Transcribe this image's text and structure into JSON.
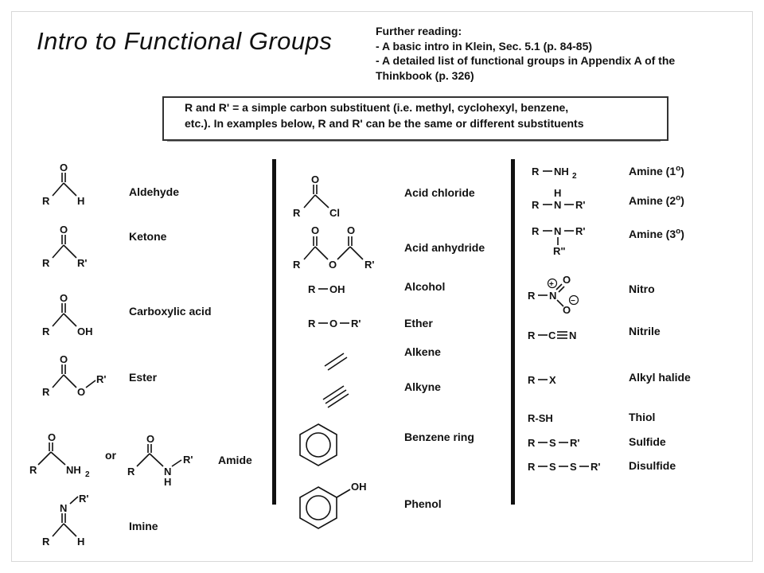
{
  "page": {
    "title": "Intro to Functional Groups",
    "reading": [
      "Further reading:",
      "- A basic intro in Klein, Sec. 5.1 (p. 84-85)",
      "- A detailed list of functional groups in Appendix A of the",
      "Thinkbook (p. 326)"
    ],
    "note": [
      "R and R' = a simple carbon substituent (i.e. methyl, cyclohexyl, benzene,",
      "etc.).  In examples below, R and R' can be the same or different substituents"
    ]
  },
  "groups": {
    "col1": [
      "Aldehyde",
      "Ketone",
      "Carboxylic acid",
      "Ester",
      "Amide",
      "Imine"
    ],
    "col2": [
      "Acid chloride",
      "Acid anhydride",
      "Alcohol",
      "Ether",
      "Alkene",
      "Alkyne",
      "Benzene ring",
      "Phenol"
    ],
    "col3": [
      "Amine (1o)",
      "Amine (2o)",
      "Amine (3o)",
      "Nitro",
      "Nitrile",
      "Alkyl halide",
      "Thiol",
      "Sulfide",
      "Disulfide"
    ]
  },
  "amide_or": "or",
  "atoms": {
    "R": "R",
    "R1": "R'",
    "R2": "R\"",
    "O": "O",
    "H": "H",
    "N": "N",
    "Cl": "Cl",
    "OH": "OH",
    "NH": "NH",
    "sub2": "2",
    "C": "C",
    "X": "X",
    "S": "S",
    "RSH": "R-SH",
    "plus": "+",
    "minus": "−"
  }
}
